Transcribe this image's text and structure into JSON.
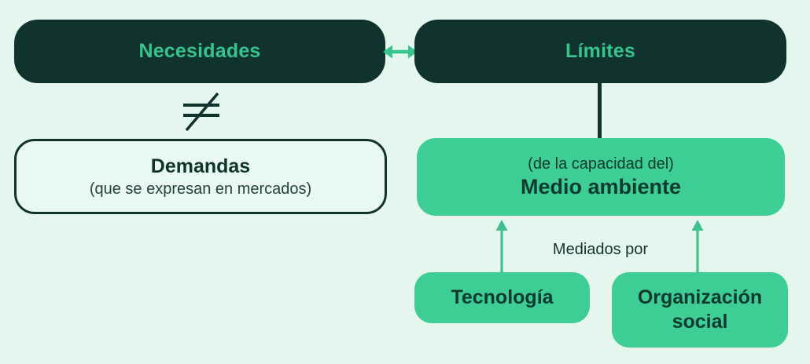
{
  "diagram": {
    "background": "#e4f6ee",
    "colors": {
      "dark_teal": "#11332e",
      "green_fill": "#3dcd95",
      "accent_green": "#38c48e",
      "light_mint": "#e9f8f1"
    },
    "nodes": {
      "necesidades": {
        "label": "Necesidades"
      },
      "limites": {
        "label": "Límites"
      },
      "demandas": {
        "title": "Demandas",
        "subtitle": "(que se expresan en mercados)"
      },
      "medio_ambiente": {
        "qualifier": "(de la capacidad del)",
        "title": "Medio ambiente"
      },
      "tecnologia": {
        "label": "Tecnología"
      },
      "organizacion_social": {
        "label": "Organización social"
      }
    },
    "connectors": {
      "not_equal_symbol": "≠",
      "bidirectional_arrow": "↔",
      "mediated_by_label": "Mediados por"
    }
  }
}
